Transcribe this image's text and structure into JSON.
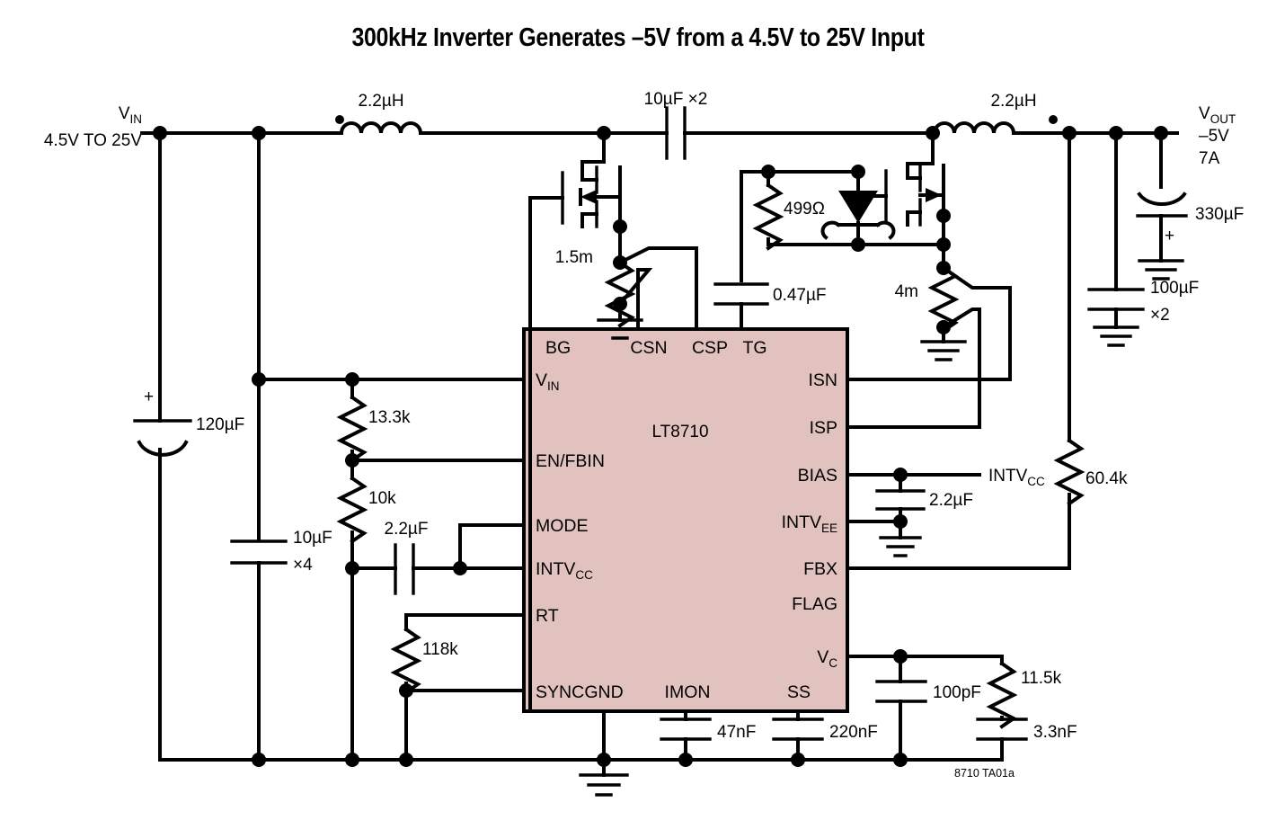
{
  "title": "300kHz Inverter Generates –5V from a 4.5V to 25V Input",
  "ic": {
    "part": "LT8710",
    "pins_left": [
      "V",
      "EN/FBIN",
      "MODE",
      "INTV",
      "RT"
    ],
    "pin_vin": "V",
    "pin_vin_sub": "IN",
    "pin_enfbin": "EN/FBIN",
    "pin_mode": "MODE",
    "pin_intvcc": "INTV",
    "pin_intvcc_sub": "CC",
    "pin_rt": "RT",
    "pin_bg": "BG",
    "pin_csn": "CSN",
    "pin_csp": "CSP",
    "pin_tg": "TG",
    "pin_isn": "ISN",
    "pin_isp": "ISP",
    "pin_bias": "BIAS",
    "pin_intvee": "INTV",
    "pin_intvee_sub": "EE",
    "pin_fbx": "FBX",
    "pin_flag": "FLAG",
    "pin_vc": "V",
    "pin_vc_sub": "C",
    "pin_sync": "SYNC",
    "pin_gnd": "GND",
    "pin_imon": "IMON",
    "pin_ss": "SS",
    "fill_color": "#E2C2BE"
  },
  "labels": {
    "vin_name": "V",
    "vin_sub": "IN",
    "vin_range": "4.5V TO 25V",
    "vout_name": "V",
    "vout_sub": "OUT",
    "vout_value": "–5V",
    "vout_current": "7A",
    "intvcc_net": "INTV",
    "intvcc_net_sub": "CC",
    "doc_ref": "8710 TA01a"
  },
  "components": {
    "l1": "2.2µH",
    "l2": "2.2µH",
    "c_couple": "10µF ×2",
    "c_in_bulk": "120µF",
    "c_in_cer": "10µF",
    "c_in_cer_mult": "×4",
    "c_out_bulk": "330µF",
    "c_out_cer": "100µF",
    "c_out_cer_mult": "×2",
    "c_tg_boot": "0.47µF",
    "c_intvcc": "2.2µF",
    "c_bias": "2.2µF",
    "c_imon": "47nF",
    "c_ss": "220nF",
    "c_vc_hf": "100pF",
    "c_vc": "3.3nF",
    "r_sense_bg": "1.5m",
    "r_sense_tg": "4m",
    "r_gate": "499Ω",
    "r_fbin_top": "13.3k",
    "r_fbin_bot": "10k",
    "r_rt": "118k",
    "r_fbx": "60.4k",
    "r_vc": "11.5k"
  }
}
